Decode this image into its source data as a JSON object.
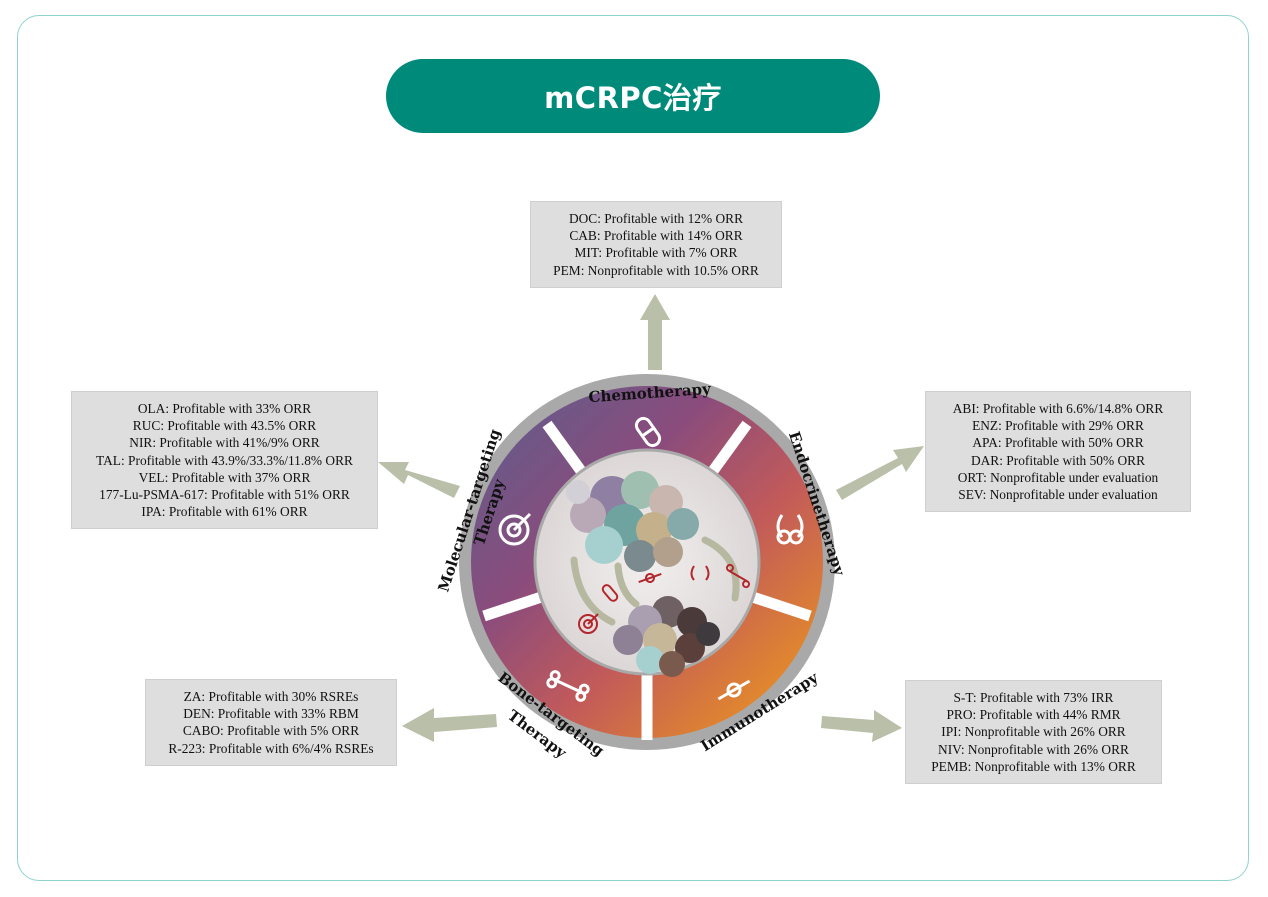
{
  "title": "mCRPC治疗",
  "therapies": {
    "chemo": {
      "label": "Chemotherapy",
      "items": [
        "DOC: Profitable with 12% ORR",
        "CAB: Profitable with 14% ORR",
        "MIT: Profitable with 7% ORR",
        "PEM: Nonprofitable with 10.5% ORR"
      ]
    },
    "endo": {
      "label": "Endocrinetherapy",
      "items": [
        "ABI: Profitable with 6.6%/14.8% ORR",
        "ENZ: Profitable with 29% ORR",
        "APA: Profitable with 50% ORR",
        "DAR: Profitable with 50% ORR",
        "ORT: Nonprofitable under evaluation",
        "SEV: Nonprofitable under evaluation"
      ]
    },
    "immuno": {
      "label": "Immunotherapy",
      "items": [
        "S-T: Profitable with 73% IRR",
        "PRO: Profitable with 44% RMR",
        "IPI: Nonprofitable with 26% ORR",
        "NIV: Nonprofitable with 26% ORR",
        "PEMB: Nonprofitable with 13% ORR"
      ]
    },
    "bone": {
      "label_line1": "Bone-targeting",
      "label_line2": "Therapy",
      "items": [
        "ZA: Profitable with 30% RSREs",
        "DEN: Profitable with 33% RBM",
        "CABO: Profitable with 5% ORR",
        "R-223: Profitable with 6%/4% RSREs"
      ]
    },
    "molecular": {
      "label_line1": "Molecular-targeting",
      "label_line2": "Therapy",
      "items": [
        "OLA: Profitable with 33% ORR",
        "RUC: Profitable with 43.5% ORR",
        "NIR: Profitable with 41%/9% ORR",
        "TAL: Profitable with 43.9%/33.3%/11.8% ORR",
        "VEL: Profitable with 37% ORR",
        "177-Lu-PSMA-617: Profitable with 51% ORR",
        "IPA: Profitable with 61% ORR"
      ]
    }
  },
  "colors": {
    "title_bg": "#008a7a",
    "card_border": "#8fd3cd",
    "arrow": "#b9bfa8",
    "ring_outer": "#a9a9a9",
    "icon_red": "#b3262b"
  },
  "icons": [
    "capsule-icon",
    "kidneys-icon",
    "syringe-icon",
    "bone-icon",
    "target-icon"
  ]
}
